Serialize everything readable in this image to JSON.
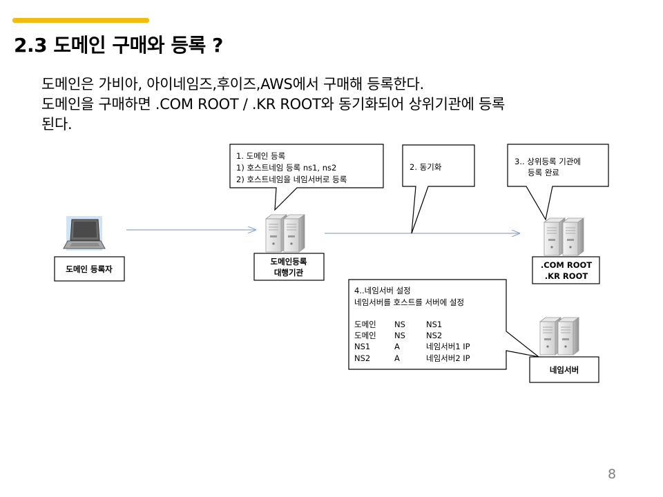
{
  "slide": {
    "title": "2.3 도메인 구매와 등록 ?",
    "body_lines": [
      "도메인은 가비아, 아이네임즈,후이즈,AWS에서 구매해 등록한다.",
      "도메인을 구매하면  .COM ROOT / .KR ROOT와 동기화되어 상위기관에 등록",
      "된다."
    ],
    "page_number": "8",
    "accent_color": "#f2bb0f"
  },
  "diagram": {
    "registrant_label": "도메인 등록자",
    "registrar_label_1": "도메인등록",
    "registrar_label_2": "대행기관",
    "root_label_1": ".COM ROOT",
    "root_label_2": ".KR ROOT",
    "nameserver_label": "네임서버",
    "callout1": {
      "line1": "1.   도메인 등록",
      "line2": "1)   호스트네임 등록 ns1, ns2",
      "line3": "2)   호스트네임을 네임서버로 등록"
    },
    "callout2": {
      "line1": "2. 동기화"
    },
    "callout3": {
      "line1": "3.. 상위등록 기관에",
      "line2": "등록  완료"
    },
    "callout4": {
      "line1": "4..네임서버 설정",
      "line2": "네임서버를 호스트를  서버에 설정",
      "records": [
        [
          "도메인",
          "NS",
          "NS1"
        ],
        [
          "도메인",
          "NS",
          "NS2"
        ],
        [
          "NS1",
          "A",
          "네임서버1 IP"
        ],
        [
          "NS2",
          "A",
          "네임서버2 IP"
        ]
      ]
    },
    "icons": {
      "laptop": "laptop-icon",
      "server": "server-icon"
    }
  }
}
